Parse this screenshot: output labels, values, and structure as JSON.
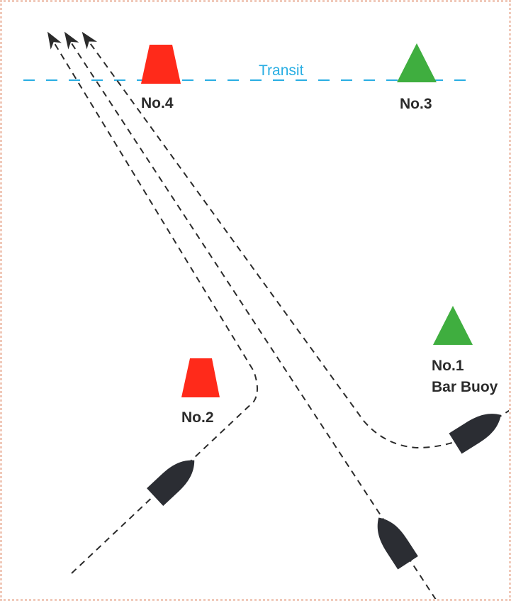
{
  "transit": {
    "label": "Transit",
    "color": "#29aee3"
  },
  "buoys": {
    "no4": {
      "label": "No.4",
      "shape": "can",
      "color": "#ff2a1a"
    },
    "no3": {
      "label": "No.3",
      "shape": "cone",
      "color": "#3fae3f"
    },
    "no2": {
      "label": "No.2",
      "shape": "can",
      "color": "#ff2a1a"
    },
    "no1": {
      "label": "No.1",
      "sublabel": "Bar Buoy",
      "shape": "cone",
      "color": "#3fae3f"
    }
  },
  "vessels": {
    "color": "#2b2d33",
    "count": 3
  },
  "tracks": {
    "style": "dashed",
    "color": "#2b2b2b",
    "count": 3
  }
}
